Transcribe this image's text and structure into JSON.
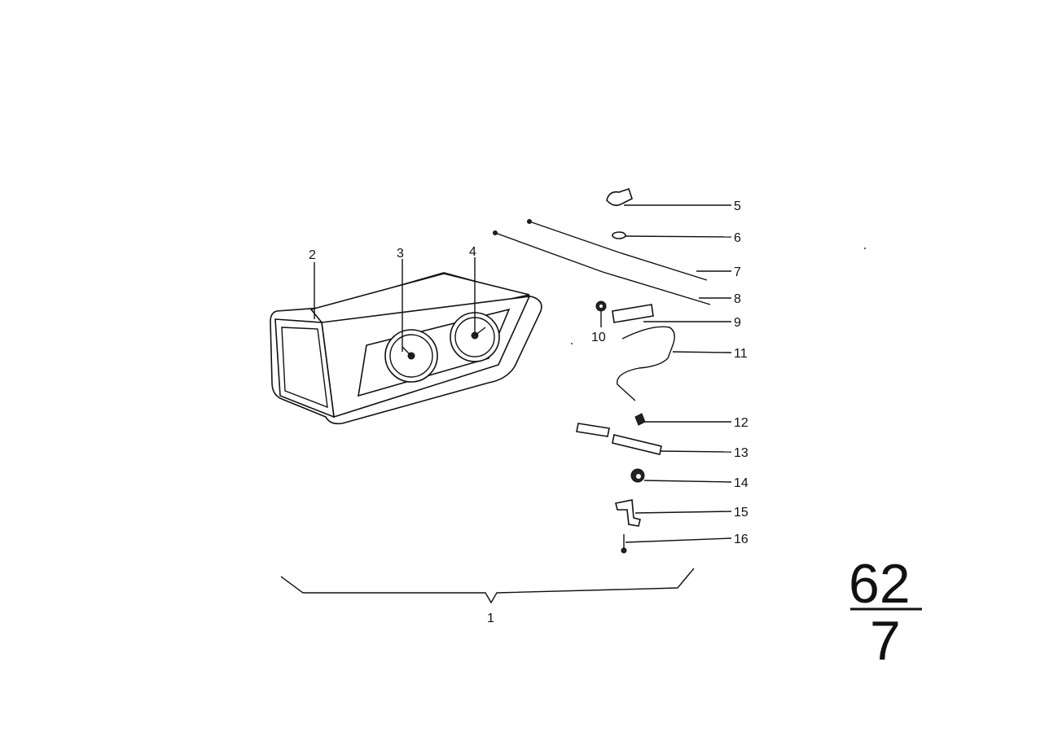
{
  "callouts": {
    "c1": "1",
    "c2": "2",
    "c3": "3",
    "c4": "4",
    "c5": "5",
    "c6": "6",
    "c7": "7",
    "c8": "8",
    "c9": "9",
    "c10": "10",
    "c11": "11",
    "c12": "12",
    "c13": "13",
    "c14": "14",
    "c15": "15",
    "c16": "16"
  },
  "section": {
    "group": "62",
    "subgroup": "7"
  }
}
